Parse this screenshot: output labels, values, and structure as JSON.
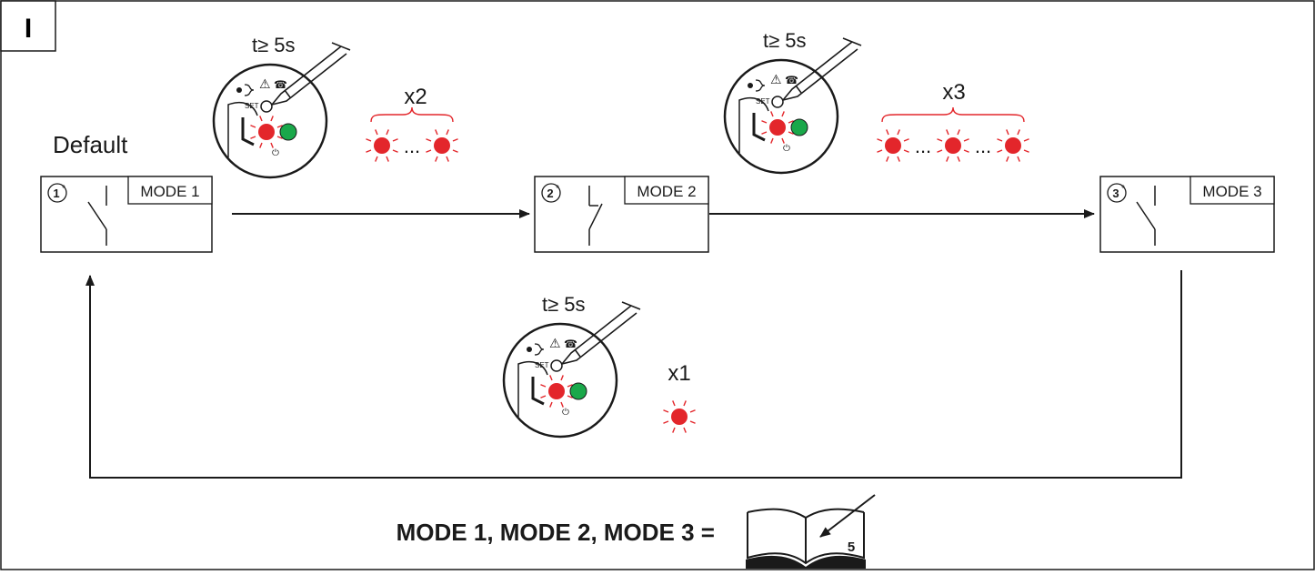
{
  "panel": {
    "label": "I"
  },
  "default_label": "Default",
  "modes": [
    {
      "number": "1",
      "degree": "°",
      "name": "MODE 1"
    },
    {
      "number": "2",
      "degree": "°",
      "name": "MODE 2"
    },
    {
      "number": "3",
      "degree": "°",
      "name": "MODE 3"
    }
  ],
  "press_steps": [
    {
      "time_label": "t≥ 5s",
      "set_label": "SET",
      "blink_count": "x2",
      "ellipsis": [
        "..."
      ]
    },
    {
      "time_label": "t≥ 5s",
      "set_label": "SET",
      "blink_count": "x3",
      "ellipsis": [
        "...",
        "..."
      ]
    },
    {
      "time_label": "t≥ 5s",
      "set_label": "SET",
      "blink_count": "x1",
      "ellipsis": []
    }
  ],
  "footer": {
    "text": "MODE 1, MODE 2, MODE 3 =",
    "manual_page": "5"
  },
  "icons": {
    "led_red": "#e3262b",
    "led_green": "#1aa84a",
    "glow": "#e3262b",
    "brace": "#e3262b",
    "stroke": "#1a1a1a"
  }
}
